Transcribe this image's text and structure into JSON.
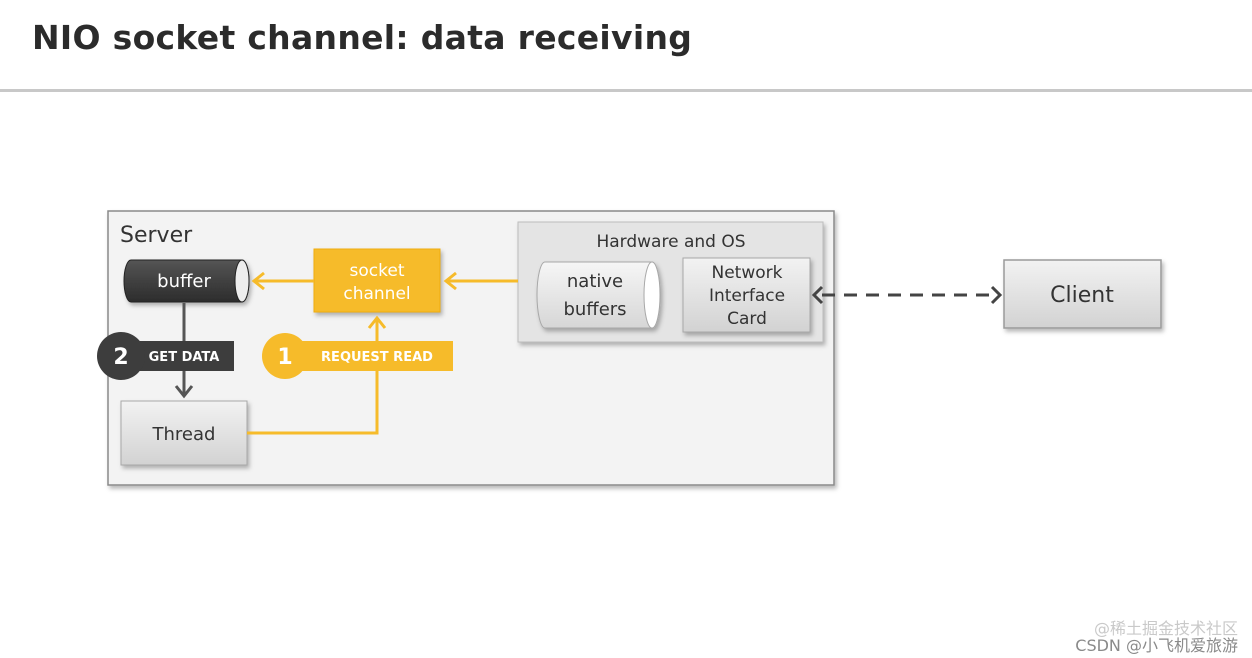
{
  "title": "NIO socket channel: data receiving",
  "server": {
    "label": "Server"
  },
  "hardware": {
    "label": "Hardware and OS"
  },
  "native_buffers": {
    "line1": "native",
    "line2": "buffers"
  },
  "nic": {
    "line1": "Network",
    "line2": "Interface",
    "line3": "Card"
  },
  "socket_channel": {
    "line1": "socket",
    "line2": "channel"
  },
  "buffer": {
    "label": "buffer"
  },
  "thread": {
    "label": "Thread"
  },
  "client": {
    "label": "Client"
  },
  "steps": [
    {
      "number": "1",
      "label": "REQUEST READ"
    },
    {
      "number": "2",
      "label": "GET DATA"
    }
  ],
  "colors": {
    "accent": "#f6bb2a",
    "dark": "#3d3d3d",
    "box": "#e2e2e2",
    "border": "#9a9a9a"
  },
  "watermark": {
    "line1": "@稀土掘金技术社区",
    "line2": "CSDN @小飞机爱旅游"
  }
}
